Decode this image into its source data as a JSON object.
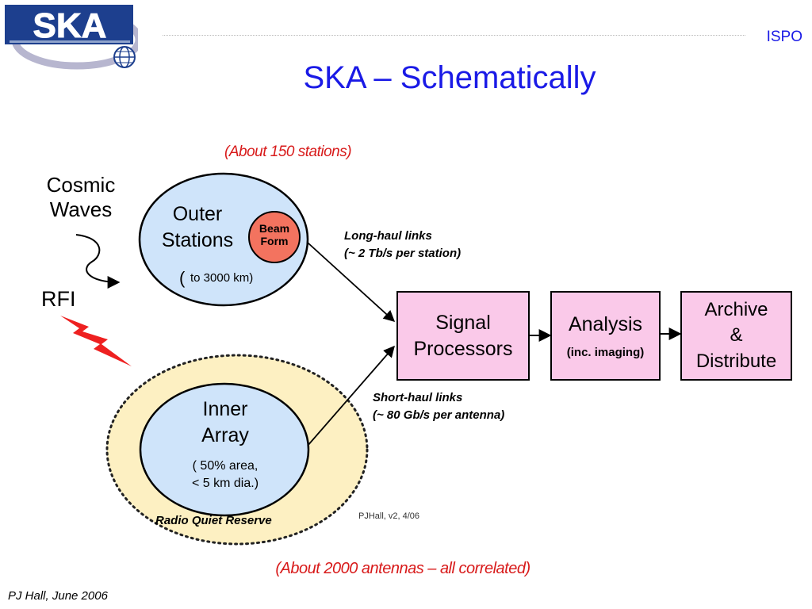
{
  "header": {
    "logo_text": "SKA",
    "org": "ISPO",
    "title": "SKA – Schematically"
  },
  "colors": {
    "title": "#1a1ae6",
    "note": "#d81a1a",
    "process_box": "#fac9e9",
    "station_fill": "#cfe4fa",
    "reserve_fill": "#fdf0c2",
    "beam_form_fill": "#f3735f",
    "logo_blue": "#1d3f8e"
  },
  "diagram": {
    "outer_count_note": "(About 150 stations)",
    "inner_count_note": "(About 2000 antennas – all correlated)",
    "sources": {
      "cosmic_line1": "Cosmic",
      "cosmic_line2": "Waves",
      "rfi": "RFI"
    },
    "outer_stations": {
      "line1": "Outer",
      "line2": "Stations",
      "extent_paren": "(",
      "extent": "to 3000 km)",
      "beam_form_line1": "Beam",
      "beam_form_line2": "Form"
    },
    "inner_array": {
      "line1": "Inner",
      "line2": "Array",
      "detail1": "( 50% area,",
      "detail2": "< 5 km dia.)"
    },
    "reserve_label": "Radio Quiet Reserve",
    "long_haul": {
      "line1": "Long-haul links",
      "line2": "(~ 2 Tb/s per station)"
    },
    "short_haul": {
      "line1": "Short-haul links",
      "line2": "(~ 80 Gb/s per antenna)"
    },
    "boxes": {
      "signal_line1": "Signal",
      "signal_line2": "Processors",
      "analysis_line1": "Analysis",
      "analysis_line2": "(inc. imaging)",
      "archive_line1": "Archive",
      "archive_line2": "&",
      "archive_line3": "Distribute"
    },
    "signature": "PJHall, v2, 4/06"
  },
  "footer": {
    "credit": "PJ Hall, June 2006"
  }
}
